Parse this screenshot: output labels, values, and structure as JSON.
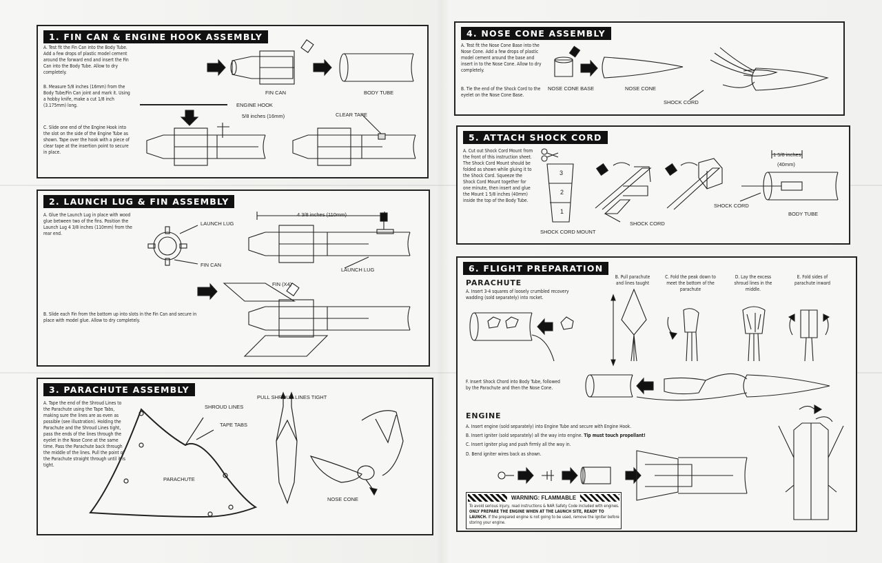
{
  "panels": {
    "p1": {
      "title": "1. FIN CAN & ENGINE HOOK ASSEMBLY",
      "step_a": "A. Test fit the Fin Can into the Body Tube. Add a few drops of plastic model cement around the forward end and insert the Fin Can into the Body Tube. Allow to dry completely.",
      "step_b": "B. Measure 5/8 inches (16mm) from the Body Tube/Fin Can joint and mark it. Using a hobby knife, make a cut 1/8 inch (3.175mm) long.",
      "step_c": "C. Slide one end of the Engine Hook into the slot on the side of the Engine Tube as shown. Tape over the hook with a piece of clear tape at the insertion point to secure in place.",
      "labels": {
        "fin_can": "FIN CAN",
        "body_tube": "BODY TUBE",
        "engine_hook": "ENGINE HOOK",
        "measure": "5/8 inches (16mm)",
        "clear_tape": "CLEAR TAPE"
      }
    },
    "p2": {
      "title": "2. LAUNCH LUG & FIN ASSEMBLY",
      "step_a": "A. Glue the Launch Lug in place with wood glue between two of the fins. Position the Launch Lug 4 3/8 inches (110mm) from the rear end.",
      "step_b": "B. Slide each Fin from the bottom up into slots in the Fin Can and secure in place with model glue. Allow to dry completely.",
      "labels": {
        "launch_lug": "LAUNCH LUG",
        "fin_can": "FIN CAN",
        "measure": "4 3/8 inches (110mm)",
        "launch_lug_2": "LAUNCH LUG",
        "fin_x4": "FIN (X4)"
      }
    },
    "p3": {
      "title": "3. PARACHUTE ASSEMBLY",
      "step_a": "A. Tape the end of the Shroud Lines to the Parachute using the Tape Tabs, making sure the lines are as even as possible (see illustration). Holding the Parachute and the Shroud Lines tight, pass the ends of the lines through the eyelet in the Nose Cone at the same time. Pass the Parachute back through the middle of the lines. Pull the point of the Parachute straight through until it is tight.",
      "labels": {
        "shroud_lines": "SHROUD LINES",
        "tape_tabs": "TAPE TABS",
        "parachute": "PARACHUTE",
        "pull_tight": "PULL SHROUD LINES TIGHT",
        "nose_cone": "NOSE CONE"
      }
    },
    "p4": {
      "title": "4. NOSE CONE ASSEMBLY",
      "step_a": "A. Test fit the Nose Cone Base into the Nose Cone. Add a few drops of plastic model cement around the base and insert in to the Nose Cone. Allow to dry completely.",
      "step_b": "B. Tie the end of the Shock Cord to the eyelet on the Nose Cone Base.",
      "labels": {
        "nose_cone_base": "NOSE CONE BASE",
        "nose_cone": "NOSE CONE",
        "shock_cord": "SHOCK CORD"
      }
    },
    "p5": {
      "title": "5. ATTACH SHOCK CORD",
      "step_a": "A. Cut out Shock Cord Mount from the front of this instruction sheet. The Shock Cord Mount should be folded as shown while gluing it to the Shock Cord. Squeeze the Shock Cord Mount together for one minute, then insert and glue the Mount 1 5/8 inches (40mm) inside the top of the Body Tube.",
      "labels": {
        "mount": "SHOCK CORD MOUNT",
        "shock_cord": "SHOCK CORD",
        "shock_cord_2": "SHOCK CORD",
        "body_tube": "BODY TUBE",
        "measure_in": "1 5/8 inches",
        "measure_mm": "(40mm)",
        "n1": "1",
        "n2": "2",
        "n3": "3"
      }
    },
    "p6": {
      "title": "6. FLIGHT PREPARATION",
      "parachute_heading": "PARACHUTE",
      "step_a": "A. Insert 3-4 squares of loosely crumbled recovery wadding (sold separately) into rocket.",
      "step_b": "B. Pull parachute and lines taught",
      "step_c": "C. Fold the peak down to meet the bottom of the parachute",
      "step_d": "D. Lay the excess shroud lines in the middle.",
      "step_e": "E. Fold sides of parachute inward",
      "step_f": "F. Insert Shock Chord into Body Tube, followed by the Parachute and then the Nose Cone.",
      "engine_heading": "ENGINE",
      "engine_a": "A. Insert engine (sold separately) into Engine Tube and secure with Engine Hook.",
      "engine_b_1": "B. Insert igniter (sold separately) all the way into engine.",
      "engine_b_2": "Tip must touch propellant!",
      "engine_c": "C. Insert igniter plug and push firmly all the way in.",
      "engine_d": "D. Bend igniter wires back as shown.",
      "warning_title": "WARNING: FLAMMABLE",
      "warning_1": "To avoid serious injury, read instructions & NAR Safety Code included with engines.",
      "warning_2": "ONLY PREPARE THE ENGINE WHEN AT THE LAUNCH SITE, READY TO LAUNCH.",
      "warning_3": "If the prepared engine is not going to be used, remove the igniter before storing your engine."
    }
  },
  "colors": {
    "ink": "#1c1c1c",
    "paper": "#f7f7f5",
    "title_bg": "#111111"
  }
}
